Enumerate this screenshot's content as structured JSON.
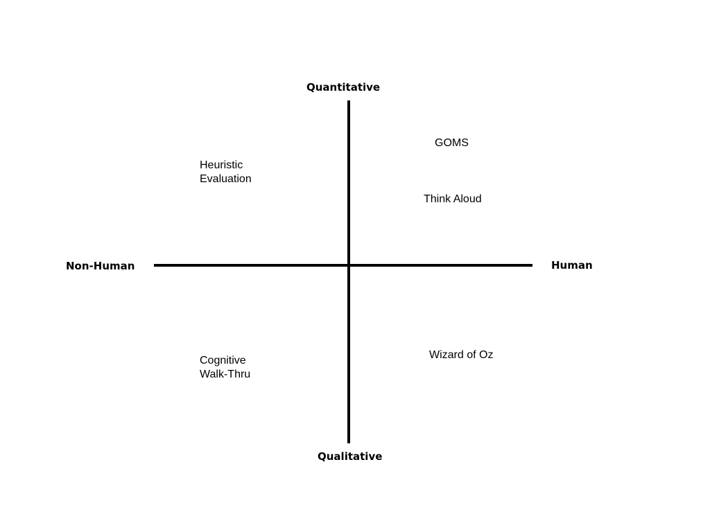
{
  "axes": {
    "top": "Quantitative",
    "bottom": "Qualitative",
    "left": "Non-Human",
    "right": "Human"
  },
  "items": {
    "heuristic_evaluation": [
      "Heuristic",
      "Evaluation"
    ],
    "goms": [
      "GOMS"
    ],
    "think_aloud": [
      "Think Aloud"
    ],
    "cognitive_walkthru": [
      "Cognitive",
      "Walk-Thru"
    ],
    "wizard_of_oz": [
      "Wizard of Oz"
    ]
  }
}
